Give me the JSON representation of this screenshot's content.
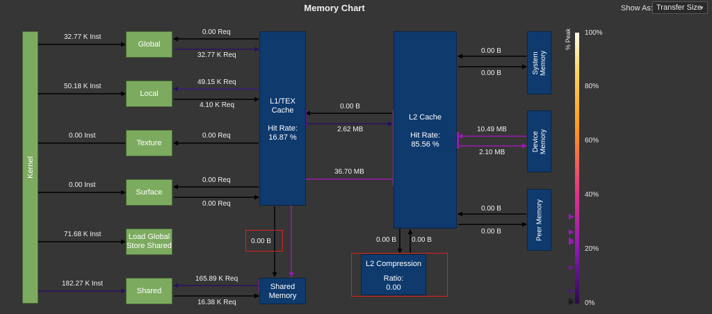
{
  "header": {
    "title": "Memory Chart",
    "show_as_label": "Show As:",
    "show_as_value": "Transfer Size"
  },
  "kernel": {
    "label": "Kernel"
  },
  "units": {
    "global": {
      "label": "Global",
      "left": "32.77 K Inst",
      "top": "0.00 Req",
      "bottom": "32.77 K Req"
    },
    "local": {
      "label": "Local",
      "left": "50.18 K Inst",
      "top": "49.15 K Req",
      "bottom": "4.10 K Req"
    },
    "texture": {
      "label": "Texture",
      "left": "0.00 Inst",
      "top": "0.00 Req"
    },
    "surface": {
      "label": "Surface",
      "left": "0.00 Inst",
      "top": "0.00 Req",
      "bottom": "0.00 Req"
    },
    "ldgsts": {
      "label_line1": "Load Global",
      "label_line2": "Store Shared",
      "left": "71.68 K Inst"
    },
    "shared": {
      "label": "Shared",
      "left": "182.27 K Inst",
      "top": "165.89 K Req",
      "bottom": "16.38 K Req"
    }
  },
  "l1": {
    "line1": "L1/TEX",
    "line2": "Cache",
    "hit_label": "Hit Rate:",
    "hit_value": "16.87 %"
  },
  "l1_to_shared": "0.00 B",
  "shared_memory": {
    "line1": "Shared",
    "line2": "Memory"
  },
  "l1_l2": {
    "top": "0.00 B",
    "bottom": "2.62 MB",
    "shared_path": "36.70 MB"
  },
  "l2": {
    "title": "L2 Cache",
    "hit_label": "Hit Rate:",
    "hit_value": "85.56 %"
  },
  "l2_compression": {
    "title": "L2 Compression",
    "ratio_label": "Ratio:",
    "ratio_value": "0.00",
    "in": "0.00 B",
    "out": "0.00 B"
  },
  "system_memory": {
    "label": "System Memory",
    "top": "0.00 B",
    "bottom": "0.00 B"
  },
  "device_memory": {
    "label": "Device Memory",
    "top": "10.49 MB",
    "bottom": "2.10 MB"
  },
  "peer_memory": {
    "label": "Peer Memory",
    "top": "0.00 B",
    "bottom": "0.00 B"
  },
  "colorbar": {
    "axis_label": "% Peak",
    "ticks": [
      "100%",
      "80%",
      "60%",
      "40%",
      "20%",
      "0%"
    ]
  },
  "colors": {
    "kernel_green": "#7cab5f",
    "unit_blue": "#0e3a6e",
    "accent_purple": "#9a1ab4",
    "highlight_red": "#e02020",
    "background": "#363636"
  }
}
